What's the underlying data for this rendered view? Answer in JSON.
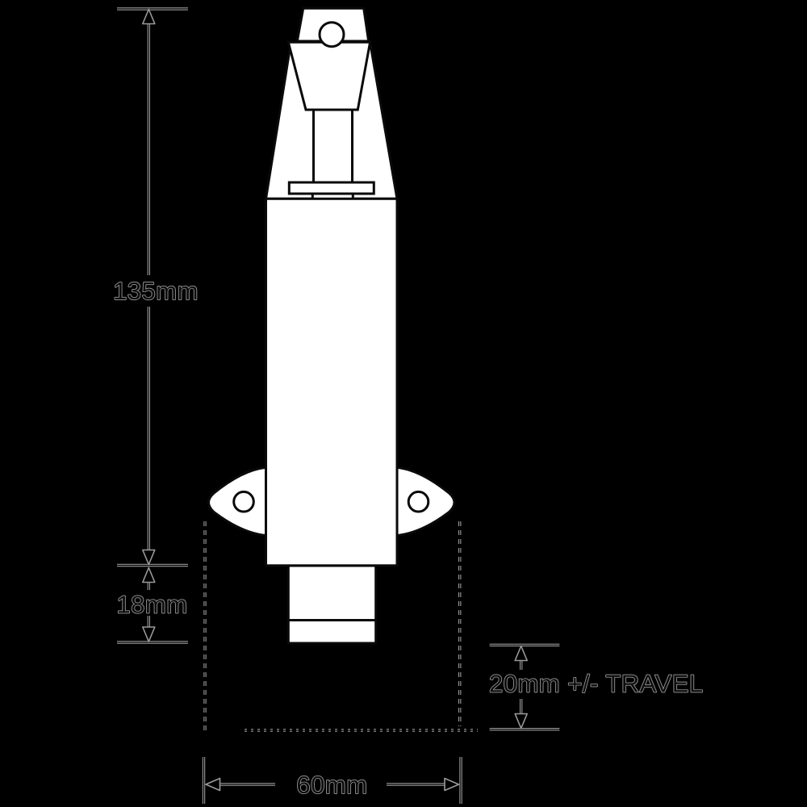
{
  "diagram": {
    "type": "technical-dimension-drawing",
    "subject": "foot-operated-door-holder-front-view",
    "labels": {
      "overall_height": "135mm",
      "foot_height": "18mm",
      "travel": "20mm +/- TRAVEL",
      "overall_width": "60mm"
    },
    "colors": {
      "background": "#000000",
      "shape_fill": "#ffffff",
      "shape_outline": "#0a0a0a",
      "dimension_line": "#9a9a9a",
      "label_fill": "#0c0c0c"
    }
  }
}
